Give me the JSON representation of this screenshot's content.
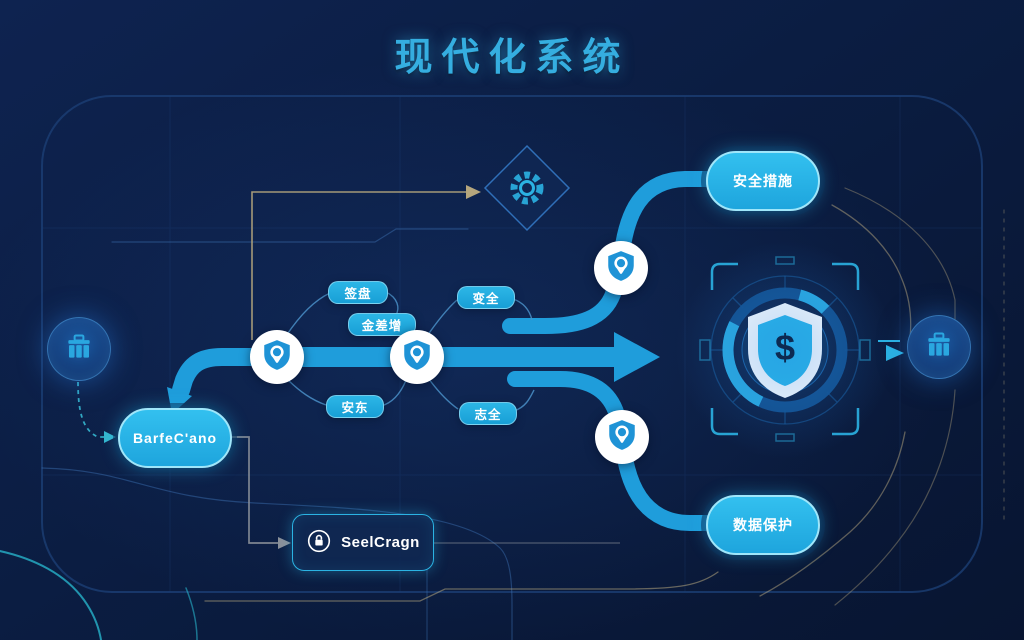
{
  "title": "现代化系统",
  "flow": {
    "source_pill": {
      "label": "BarfeC'ano"
    },
    "process_box": {
      "label": "SeelCragn"
    },
    "top_right_pill": {
      "label": "安全措施"
    },
    "bottom_right_pill": {
      "label": "数据保护"
    },
    "emblem": {
      "symbol": "$"
    },
    "small_pills": [
      {
        "label": "签盘"
      },
      {
        "label": "金差增"
      },
      {
        "label": "安东"
      },
      {
        "label": "变全"
      },
      {
        "label": "志全"
      }
    ]
  },
  "colors": {
    "background": "#0b1d42",
    "title_blue": "#35aee0",
    "accent_cyan": "#29b6e8",
    "pipe_blue": "#1f9ddb",
    "node_blue": "#1f93d6",
    "tan_line": "#b5a67d",
    "teal_dashed": "#35b6cf",
    "gray_line": "#8b9099",
    "emblem_navy": "#0d2a52"
  }
}
